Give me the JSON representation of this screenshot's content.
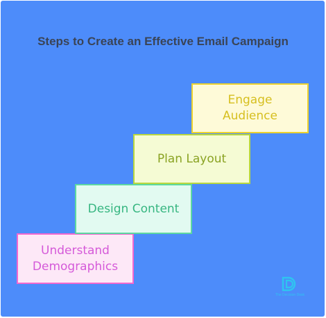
{
  "title": "Steps to Create an Effective Email Campaign",
  "steps": [
    {
      "line1": "Understand",
      "line2": "Demographics",
      "color": "#d55ad9"
    },
    {
      "line1": "Design Content",
      "line2": "",
      "color": "#37b681"
    },
    {
      "line1": "Plan Layout",
      "line2": "",
      "color": "#8aa323"
    },
    {
      "line1": "Engage",
      "line2": "Audience",
      "color": "#d6bf1f"
    }
  ],
  "logo": {
    "icon": "dd-logo-icon",
    "text": "The Decision Desk"
  },
  "colors": {
    "background": "#4d8cfa",
    "title": "#3a4456",
    "logo": "#2ec5f0"
  }
}
